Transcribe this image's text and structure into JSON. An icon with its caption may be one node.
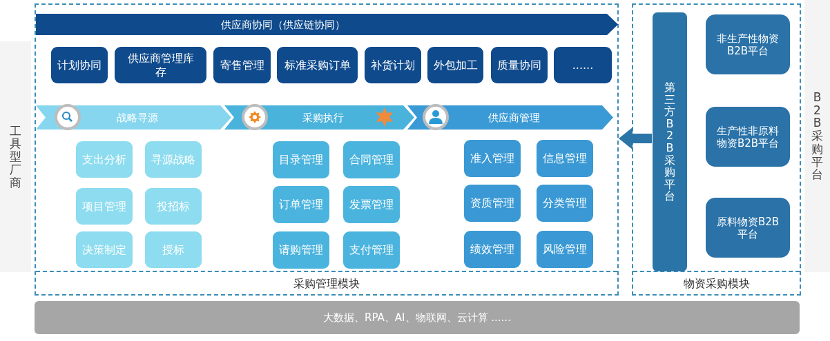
{
  "diagram": {
    "nodes": [
      {
        "text": [
          "工具型厂商"
        ]
      },
      {
        "text": [
          "采购管理模块"
        ]
      },
      {
        "text": [
          "供应商协同（供应链协同）"
        ],
        "in": 1
      },
      {
        "text": [
          "计划协同"
        ],
        "in": 1
      },
      {
        "text": [
          "供应商管理库存"
        ],
        "in": 1
      },
      {
        "text": [
          "寄售管理"
        ],
        "in": 1
      },
      {
        "text": [
          "标准采购订单"
        ],
        "in": 1
      },
      {
        "text": [
          "补货计划"
        ],
        "in": 1
      },
      {
        "text": [
          "外包加工"
        ],
        "in": 1
      },
      {
        "text": [
          "质量协同"
        ],
        "in": 1
      },
      {
        "text": [
          "......"
        ],
        "in": 1
      },
      {
        "text": [
          "战略寻源"
        ],
        "in": 1
      },
      {
        "text": [
          "采购执行"
        ],
        "in": 1
      },
      {
        "text": [
          "供应商管理"
        ],
        "in": 1
      },
      {
        "text": [
          "支出分析"
        ],
        "in": 1
      },
      {
        "text": [
          "寻源战略"
        ],
        "in": 1
      },
      {
        "text": [
          "项目管理"
        ],
        "in": 1
      },
      {
        "text": [
          "投招标"
        ],
        "in": 1
      },
      {
        "text": [
          "决策制定"
        ],
        "in": 1
      },
      {
        "text": [
          "授标"
        ],
        "in": 1
      },
      {
        "text": [
          "目录管理"
        ],
        "in": 1
      },
      {
        "text": [
          "合同管理"
        ],
        "in": 1
      },
      {
        "text": [
          "订单管理"
        ],
        "in": 1
      },
      {
        "text": [
          "发票管理"
        ],
        "in": 1
      },
      {
        "text": [
          "请购管理"
        ],
        "in": 1
      },
      {
        "text": [
          "支付管理"
        ],
        "in": 1
      },
      {
        "text": [
          "准入管理"
        ],
        "in": 1
      },
      {
        "text": [
          "信息管理"
        ],
        "in": 1
      },
      {
        "text": [
          "资质管理"
        ],
        "in": 1
      },
      {
        "text": [
          "分类管理"
        ],
        "in": 1
      },
      {
        "text": [
          "绩效管理"
        ],
        "in": 1
      },
      {
        "text": [
          "风险管理"
        ],
        "in": 1
      },
      {
        "text": [
          "物资采购模块"
        ]
      },
      {
        "text": [
          "第三方B2B采购平台"
        ],
        "in": 32
      },
      {
        "text": [
          "非生产性物资B2B平台"
        ],
        "in": 32
      },
      {
        "text": [
          "生产性非原料物资B2B平台"
        ],
        "in": 32
      },
      {
        "text": [
          "原料物资B2B平台"
        ],
        "in": 32
      },
      {
        "text": [
          "B2B采购平台"
        ]
      },
      {
        "text": [
          "大数据、RPA、AI、物联网、云计算 ......"
        ]
      }
    ],
    "edges": [
      {
        "from": 33,
        "to": 1,
        "arrow": "to"
      }
    ]
  }
}
